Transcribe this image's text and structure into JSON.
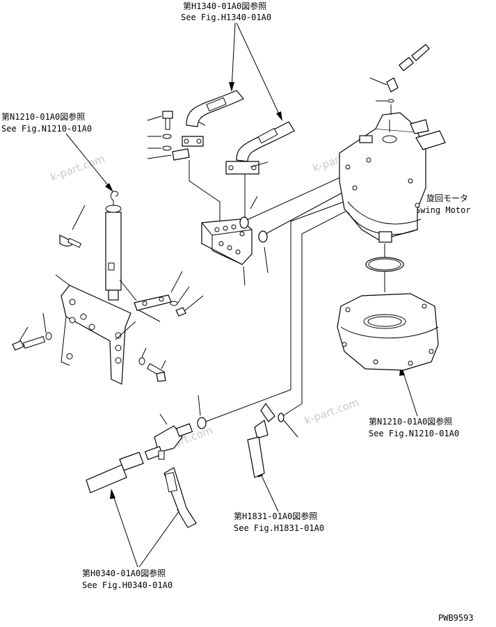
{
  "references": {
    "h1340": {
      "jp": "第H1340-01A0図参照",
      "en": "See Fig.H1340-01A0"
    },
    "n1210_left": {
      "jp": "第N1210-01A0図参照",
      "en": "See Fig.N1210-01A0"
    },
    "n1210_right": {
      "jp": "第N1210-01A0図参照",
      "en": "See Fig.N1210-01A0"
    },
    "h1831": {
      "jp": "第H1831-01A0図参照",
      "en": "See Fig.H1831-01A0"
    },
    "h0340": {
      "jp": "第H0340-01A0図参照",
      "en": "See Fig.H0340-01A0"
    }
  },
  "swing_motor": {
    "jp": "旋回モータ",
    "en": "Swing Motor"
  },
  "watermarks": [
    "k-part.com",
    "k-part.com",
    "k-part.com",
    "k-part.com"
  ],
  "drawing_code": "PWB9593"
}
